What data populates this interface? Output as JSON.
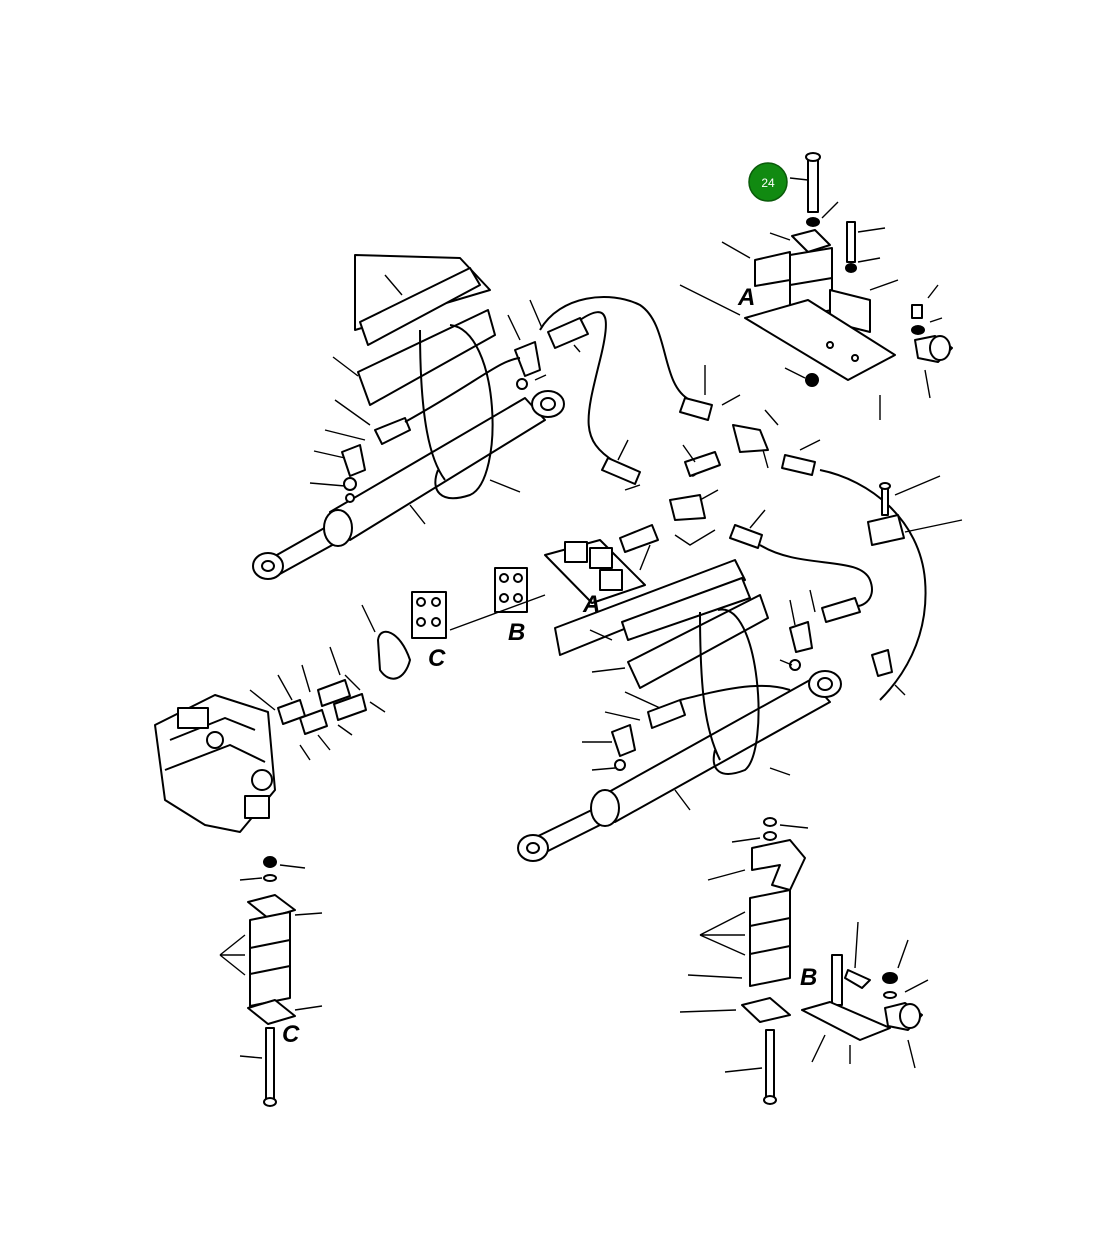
{
  "callout": {
    "label": "24",
    "fill": "#118a11",
    "stroke": "#0a5a0a"
  },
  "detail_letters": {
    "a1": "A",
    "a2": "A",
    "b1": "B",
    "b2": "B",
    "c1": "C",
    "c2": "C"
  }
}
